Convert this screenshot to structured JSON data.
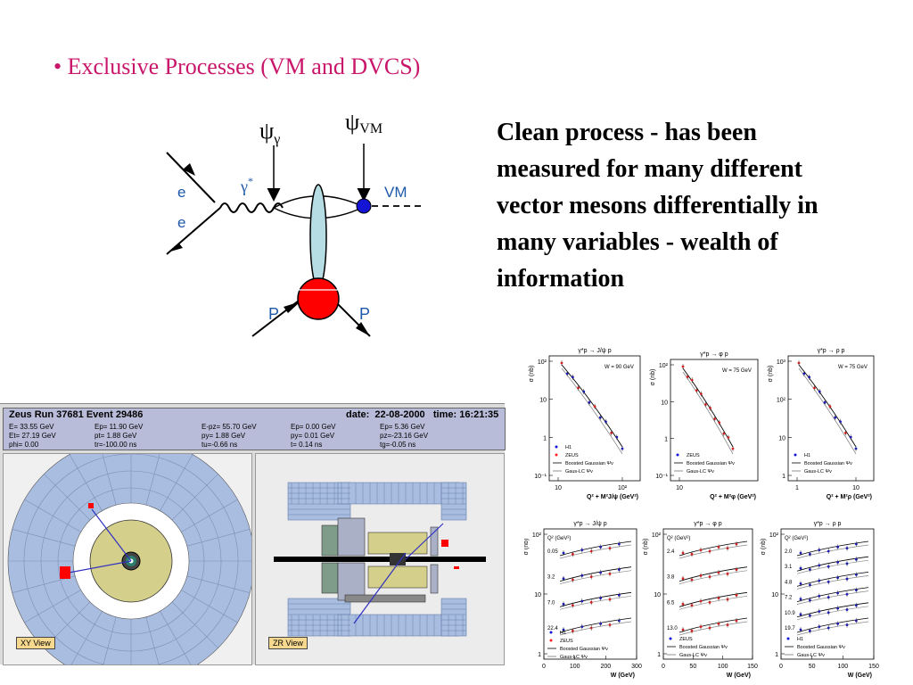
{
  "bullet": {
    "text": "• Exclusive Processes (VM and DVCS)"
  },
  "description": "Clean process - has been measured for many different vector mesons differentially in many variables - wealth of information",
  "diagram": {
    "psi_gamma": "ψ",
    "gamma_sub": "γ",
    "psi_vm": "ψ",
    "vm_sub": "VM",
    "e_top": "e",
    "e_bottom": "e",
    "gamma_star": "γ",
    "star": "*",
    "vm_label": "VM",
    "p_left": "P",
    "p_right": "P",
    "colors": {
      "label_blue": "#1e58a8",
      "proton_red": "#ff0000",
      "ellipse": "#b6dde3",
      "vm_dot": "#1414d4"
    }
  },
  "event_display": {
    "title": "Zeus Run 37681 Event 29486",
    "date_label": "date:",
    "date": "22-08-2000",
    "time_label": "time:",
    "time": "16:21:35",
    "rows": [
      [
        "E= 33.55 GeV",
        "Ep= 11.90 GeV",
        "E-pz= 55.70 GeV",
        "Ep= 0.00 GeV",
        "Ep= 5.36 GeV"
      ],
      [
        "Et= 27.19 GeV",
        "pt= 1.88 GeV",
        "py= 1.88 GeV",
        "py= 0.01 GeV",
        "pz=-23.16 GeV"
      ],
      [
        "phi= 0.00",
        "",
        "tr=-100.00 ns",
        "tu=-0.66 ns",
        "t= 0.14 ns",
        "tg=-0.05 ns"
      ]
    ],
    "xy_view_label": "XY View",
    "zr_view_label": "ZR View"
  },
  "plots": {
    "top": [
      {
        "title": "γ*p → J/ψ p",
        "ylabel": "σ (nb)",
        "xlabel": "Q² + M²J/ψ (GeV²)",
        "note": "W = 90 GeV",
        "legend": [
          "H1",
          "ZEUS",
          "Boosted Gaussian Ψv",
          "Gaus-LC Ψv"
        ],
        "yticks": [
          "10²",
          "10",
          "1",
          "10⁻¹"
        ],
        "xticks": [
          "10",
          "10²"
        ]
      },
      {
        "title": "γ*p → φ p",
        "ylabel": "σ (nb)",
        "xlabel": "Q² + M²φ (GeV²)",
        "note": "W = 75 GeV",
        "legend": [
          "ZEUS",
          "Boosted Gaussian Ψv",
          "Gaus-LC Ψv"
        ],
        "yticks": [
          "10²",
          "10",
          "1",
          "10⁻¹"
        ],
        "xticks": [
          "10"
        ]
      },
      {
        "title": "γ*p → ρ p",
        "ylabel": "σ (nb)",
        "xlabel": "Q² + M²ρ (GeV²)",
        "note": "W = 75 GeV",
        "legend": [
          "H1",
          "Boosted Gaussian Ψv",
          "Gaus-LC Ψv"
        ],
        "yticks": [
          "10³",
          "10²",
          "10",
          "1"
        ],
        "xticks": [
          "1",
          "10"
        ]
      }
    ],
    "bottom": [
      {
        "title": "γ*p → J/ψ p",
        "ylabel": "σ (nb)",
        "xlabel": "W (GeV)",
        "qlabel": "Q² (GeV²)",
        "qvals": [
          "0.05",
          "3.2",
          "7.0",
          "22.4"
        ],
        "legend": [
          "H1",
          "ZEUS",
          "Boosted Gaussian Ψv",
          "Gaus-LC Ψv"
        ],
        "yticks": [
          "10²",
          "10",
          "1"
        ],
        "xticks": [
          "0",
          "100",
          "200",
          "300"
        ]
      },
      {
        "title": "γ*p → φ p",
        "ylabel": "σ (nb)",
        "xlabel": "W (GeV)",
        "qlabel": "Q² (GeV²)",
        "qvals": [
          "2.4",
          "3.8",
          "6.5",
          "13.0"
        ],
        "legend": [
          "ZEUS",
          "Boosted Gaussian Ψv",
          "Gaus-LC Ψv"
        ],
        "yticks": [
          "10²",
          "10",
          "1"
        ],
        "xticks": [
          "0",
          "50",
          "100",
          "150"
        ]
      },
      {
        "title": "γ*p → ρ p",
        "ylabel": "σ (nb)",
        "xlabel": "W (GeV)",
        "qlabel": "Q² (GeV²)",
        "qvals": [
          "2.0",
          "3.1",
          "4.8",
          "7.2",
          "10.9",
          "19.7"
        ],
        "legend": [
          "H1",
          "Boosted Gaussian Ψv",
          "Gaus-LC Ψv"
        ],
        "yticks": [
          "10²",
          "10",
          "1"
        ],
        "xticks": [
          "0",
          "50",
          "100",
          "150"
        ]
      }
    ]
  }
}
